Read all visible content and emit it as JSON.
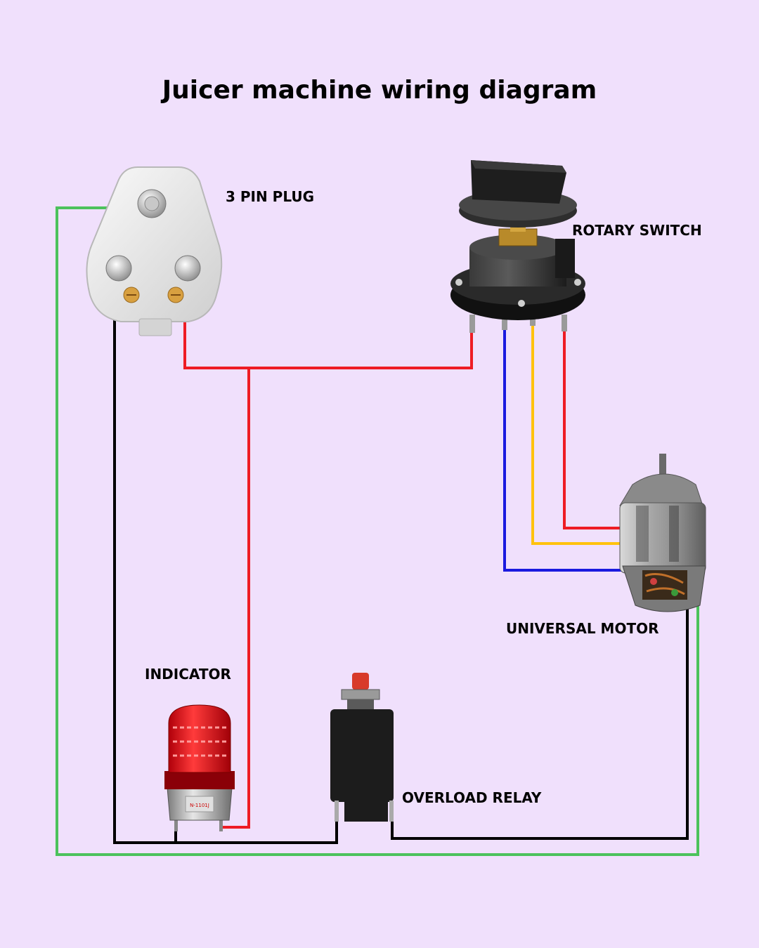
{
  "title": "Juicer machine wiring diagram",
  "components": {
    "plug": "3 PIN PLUG",
    "rotary_switch": "ROTARY SWITCH",
    "motor": "UNIVERSAL MOTOR",
    "indicator": "INDICATOR",
    "overload_relay": "OVERLOAD RELAY"
  },
  "indicator_device_text": "N-1101J",
  "wire_colors": {
    "earth": "#4cc25c",
    "live": "#ee1c24",
    "neutral": "#000000",
    "blue": "#1a1adf",
    "yellow": "#ffc20e"
  }
}
